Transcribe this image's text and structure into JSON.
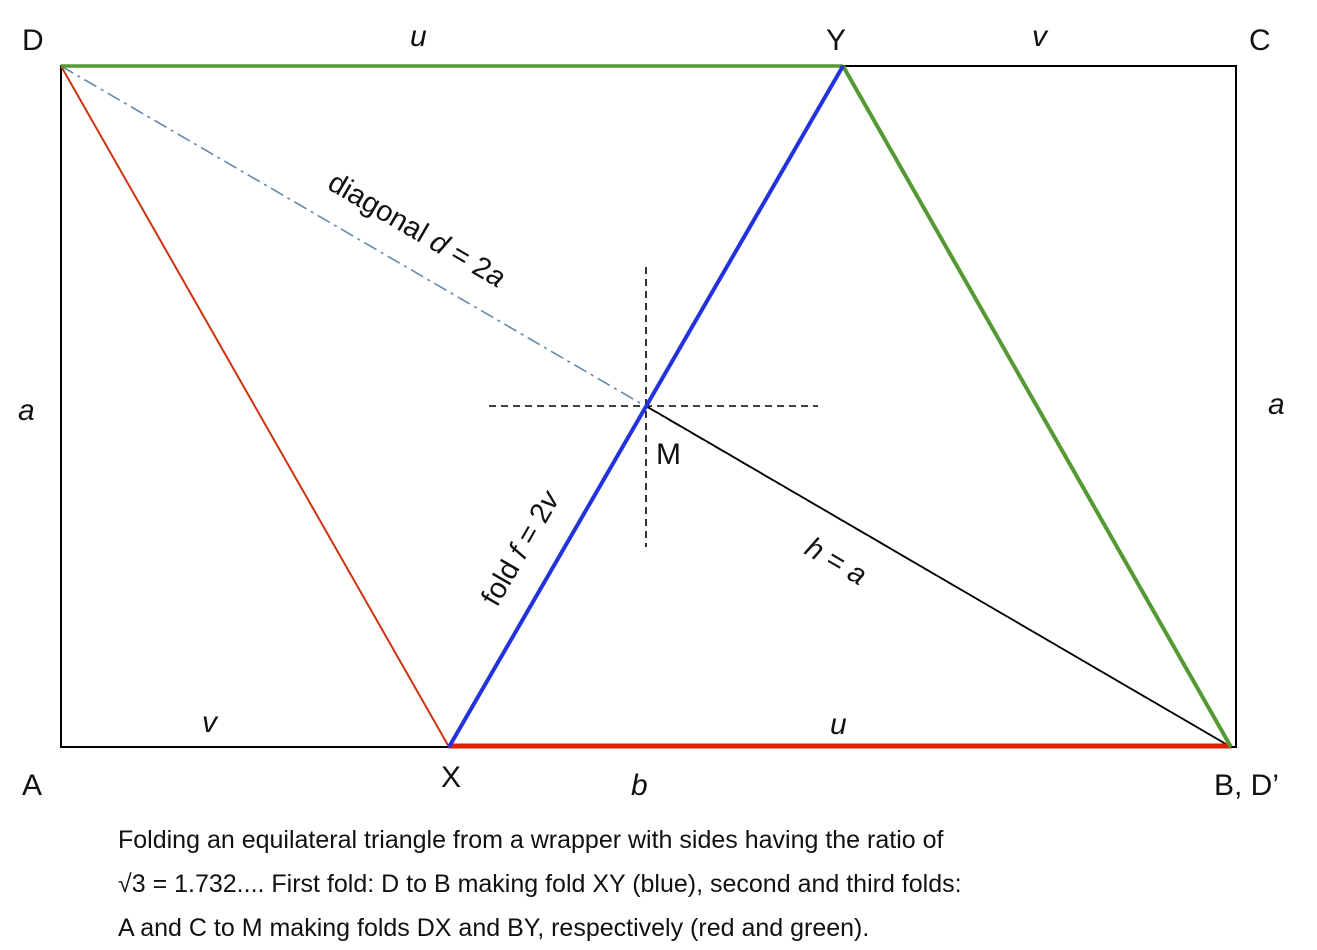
{
  "vertices": {
    "D": "D",
    "Y": "Y",
    "C": "C",
    "A": "A",
    "X": "X",
    "B": "B, D’",
    "M": "M"
  },
  "side_labels": {
    "top_left": "u",
    "top_right": "v",
    "left": "a",
    "right": "a",
    "bottom_left": "v",
    "bottom_right": "u",
    "bottom_total": "b"
  },
  "annotations": {
    "diagonal_prefix": "diagonal ",
    "diagonal_var": "d",
    "diagonal_eq": " = 2",
    "diagonal_val": "a",
    "fold_prefix": "fold ",
    "fold_var": "f",
    "fold_eq": " = 2",
    "fold_val": "v",
    "h_var": "h",
    "h_eq": " = ",
    "h_val": "a"
  },
  "colors": {
    "rectangle": "#000000",
    "fold_XY": "#2233dd",
    "fold_DX": "#cc3311",
    "fold_BY": "#559933",
    "base_XB": "#dd2200",
    "diagonal": "#6688aa",
    "height": "#000000",
    "cross": "#000000"
  },
  "caption": {
    "line1": "Folding an equilateral triangle from a wrapper with sides having the ratio of",
    "line2": "√3 = 1.732....  First fold: D to B making fold XY (blue), second and third folds:",
    "line3": "A and C to M making folds DX and BY, respectively (red and green)."
  }
}
